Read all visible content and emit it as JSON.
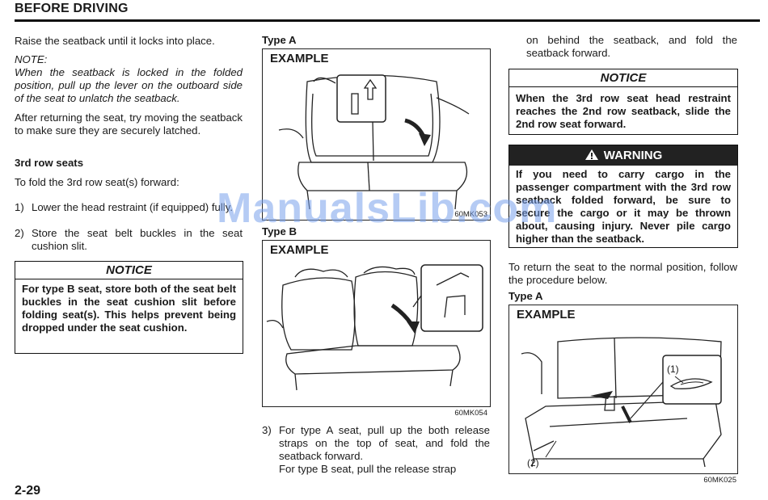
{
  "header": {
    "title": "BEFORE DRIVING"
  },
  "page_number": "2-29",
  "watermark": "ManualsLib.com",
  "col1": {
    "p1": "Raise the seatback until it locks into place.",
    "note_label": "NOTE:",
    "note_text": "When the seatback is locked in the folded position, pull up the lever on the outboard side of the seat to unlatch the seatback.",
    "p2": "After returning the seat, try moving the seatback to make sure they are securely latched.",
    "subheading": "3rd row seats",
    "p3": "To fold the 3rd row seat(s) forward:",
    "steps": [
      {
        "num": "1)",
        "text": "Lower the head restraint (if equipped) fully."
      },
      {
        "num": "2)",
        "text": "Store the seat belt buckles in the seat cushion slit."
      }
    ],
    "notice": {
      "title": "NOTICE",
      "text": "For type B seat, store both of the seat belt buckles in the seat cushion slit before folding seat(s). This helps prevent being dropped under the seat cushion."
    }
  },
  "col2": {
    "typeA_label": "Type A",
    "figA": {
      "example": "EXAMPLE",
      "code": "60MK053"
    },
    "typeB_label": "Type B",
    "figB": {
      "example": "EXAMPLE",
      "code": "60MK054"
    },
    "step3": {
      "num": "3)",
      "text": "For type A seat, pull up the both release straps on the top of seat, and fold the seatback forward.",
      "text2": "For type B seat, pull the release strap"
    }
  },
  "col3": {
    "continuation": "on behind the seatback, and fold the seatback forward.",
    "notice": {
      "title": "NOTICE",
      "text": "When the 3rd row seat head restraint reaches the 2nd row seatback, slide the 2nd row seat forward."
    },
    "warning": {
      "title": "WARNING",
      "text": "If you need to carry cargo in the passenger compartment with the 3rd row seatback folded forward, be sure to secure the cargo or it may be thrown about, causing injury. Never pile cargo higher than the seatback."
    },
    "p_return": "To return the seat to the normal position, follow the procedure below.",
    "typeA_label": "Type A",
    "figC": {
      "example": "EXAMPLE",
      "code": "60MK025",
      "callout1": "(1)",
      "callout2": "(2)"
    }
  }
}
